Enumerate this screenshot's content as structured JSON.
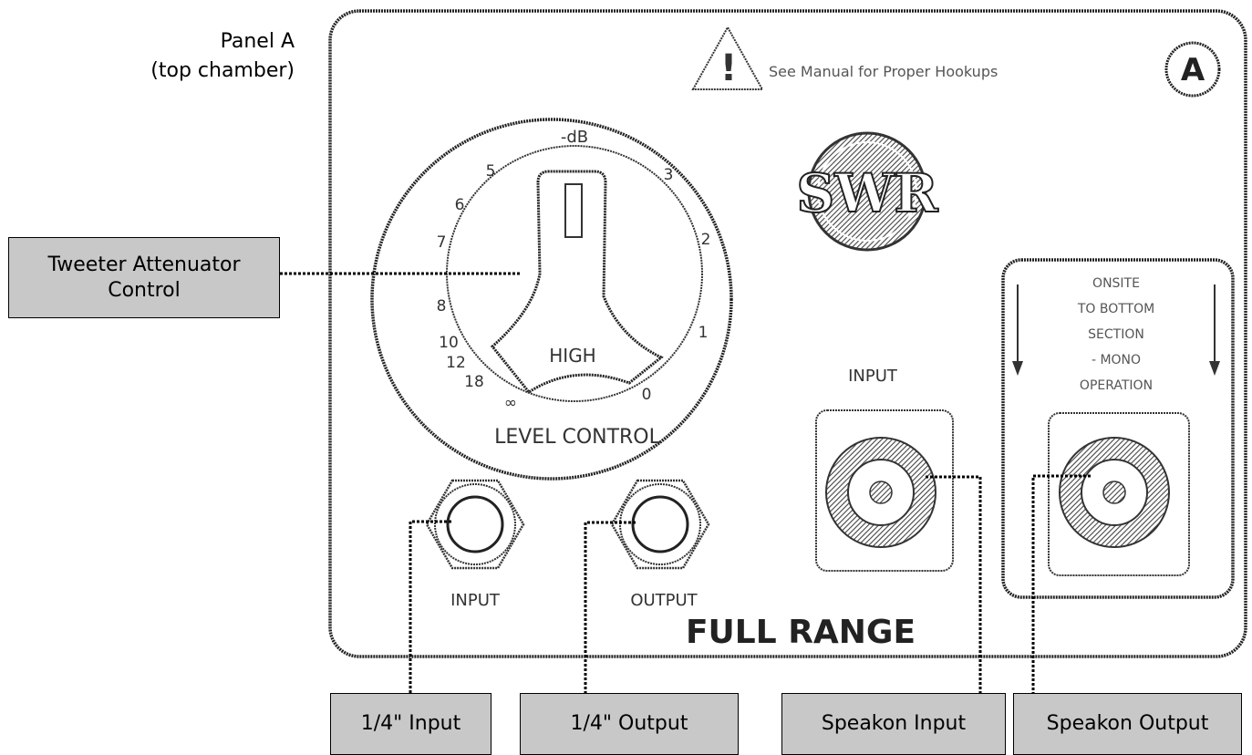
{
  "caption": {
    "line1": "Panel A",
    "line2": "(top chamber)"
  },
  "panel": {
    "badge": "A",
    "warning": "See Manual for Proper Hookups",
    "warning_mark": "!",
    "brand": "SWR",
    "footer": "FULL RANGE",
    "dial": {
      "unit": "-dB",
      "knob_label": "HIGH",
      "title": "LEVEL CONTROL",
      "scale": [
        "∞",
        "18",
        "12",
        "10",
        "8",
        "7",
        "6",
        "5",
        "3",
        "2",
        "1",
        "0"
      ]
    },
    "jack_labels": {
      "quarter_in": "INPUT",
      "quarter_out": "OUTPUT",
      "speakon_in": "INPUT"
    },
    "bypass_box": [
      "ONSITE",
      "TO BOTTOM",
      "SECTION",
      "- MONO",
      "OPERATION"
    ]
  },
  "callouts": {
    "tweeter": {
      "line1": "Tweeter Attenuator",
      "line2": "Control"
    },
    "quarter_input": "1/4\" Input",
    "quarter_output": "1/4\" Output",
    "speakon_input": "Speakon Input",
    "speakon_output": "Speakon Output"
  }
}
